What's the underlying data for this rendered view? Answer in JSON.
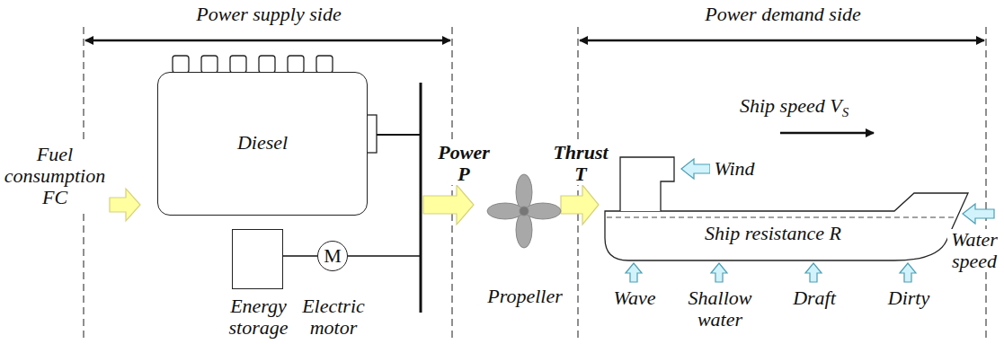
{
  "diagram": {
    "nodes": [
      {
        "text": [
          "Diesel"
        ]
      },
      {
        "text": [
          "Energy storage"
        ]
      },
      {
        "text": [
          "M",
          "Electric motor"
        ]
      },
      {
        "text": [
          "Ship resistance R"
        ]
      }
    ],
    "edges": [
      {
        "from": 1,
        "to": 2,
        "arrow": "none"
      }
    ],
    "labels": [
      "Power supply side",
      "Power demand side",
      "Fuel consumption FC",
      "Power P",
      "Thrust T",
      "Propeller",
      "Ship speed V",
      "S",
      "Wind",
      "Water speed",
      "Wave",
      "Shallow water",
      "Draft",
      "Dirty"
    ]
  }
}
